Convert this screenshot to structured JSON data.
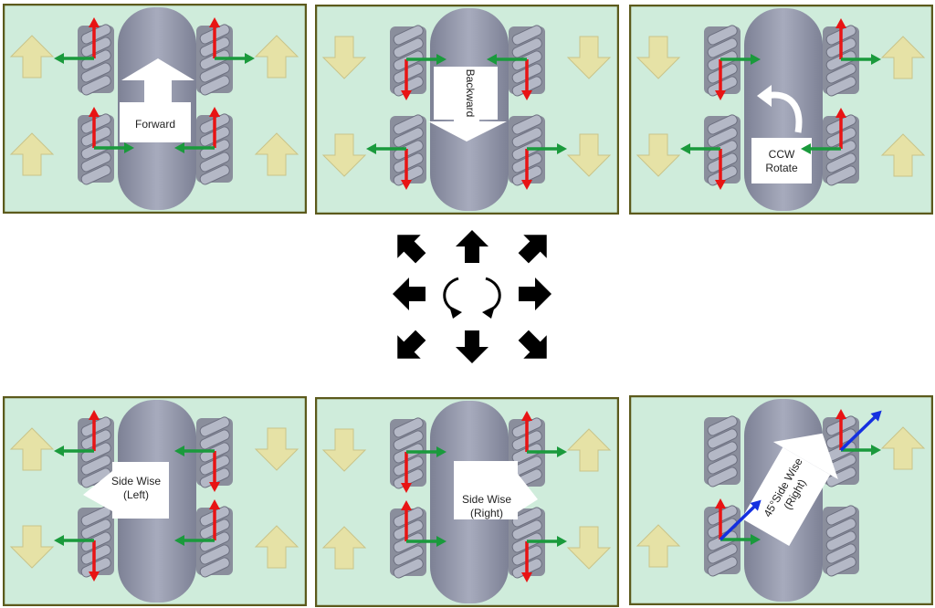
{
  "colors": {
    "panel_bg": "#cfecdb",
    "panel_border": "#5c5a1c",
    "yellow_arrow": "#e6e2a6",
    "wheel_speed_arrow": "#e81414",
    "roller_force_arrow": "#1a9a3c",
    "resultant_arrow": "#1530e0",
    "car_body": "#8f93a6"
  },
  "panels": [
    {
      "label_lines": [
        "Forward"
      ],
      "yellow": [
        "up",
        "up",
        "up",
        "up"
      ],
      "red": [
        "up",
        "up",
        "up",
        "up"
      ],
      "green": [
        "left",
        "right",
        "right",
        "left"
      ],
      "blue": [
        null,
        null,
        null,
        null
      ]
    },
    {
      "label_lines": [
        "Backward"
      ],
      "yellow": [
        "down",
        "down",
        "down",
        "down"
      ],
      "red": [
        "down",
        "down",
        "down",
        "down"
      ],
      "green": [
        "right",
        "left",
        "left",
        "right"
      ],
      "blue": [
        null,
        null,
        null,
        null
      ]
    },
    {
      "label_lines": [
        "CCW",
        "Rotate"
      ],
      "yellow": [
        "down",
        "up",
        "down",
        "up"
      ],
      "red": [
        "down",
        "up",
        "down",
        "up"
      ],
      "green": [
        "right",
        "right",
        "left",
        "left"
      ],
      "blue": [
        null,
        null,
        null,
        null
      ]
    },
    {
      "label_lines": [
        "Side Wise",
        "(Left)"
      ],
      "yellow": [
        "up",
        "down",
        "down",
        "up"
      ],
      "red": [
        "up",
        "down",
        "down",
        "up"
      ],
      "green": [
        "left",
        "left",
        "left",
        "left"
      ],
      "blue": [
        null,
        null,
        null,
        null
      ]
    },
    {
      "label_lines": [
        "Side Wise",
        "(Right)"
      ],
      "yellow": [
        "down",
        "up",
        "up",
        "down"
      ],
      "red": [
        "down",
        "up",
        "up",
        "down"
      ],
      "green": [
        "right",
        "right",
        "right",
        "right"
      ],
      "blue": [
        null,
        null,
        null,
        null
      ]
    },
    {
      "label_lines": [
        "45°Side Wise",
        "(Right)"
      ],
      "yellow": [
        null,
        "up",
        "up",
        null
      ],
      "red": [
        null,
        "up",
        "up",
        null
      ],
      "green": [
        null,
        "right",
        "right",
        null
      ],
      "blue": [
        null,
        "up-right",
        "up-right",
        null
      ]
    }
  ],
  "direction_pad": [
    "up-left",
    "up",
    "up-right",
    "left",
    "rotate-ccw",
    "rotate-cw",
    "right",
    "down-left",
    "down",
    "down-right"
  ]
}
